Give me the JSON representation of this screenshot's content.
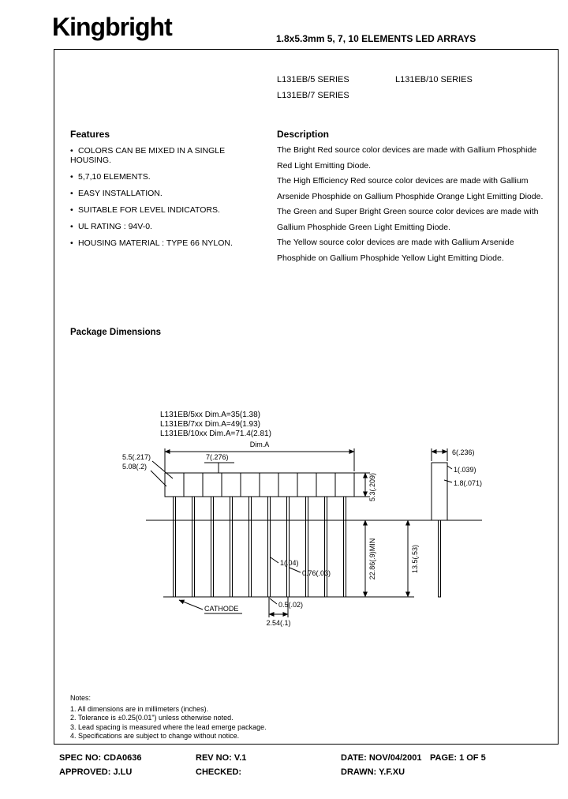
{
  "header": {
    "logo": "Kingbright",
    "title": "1.8x5.3mm 5, 7, 10 ELEMENTS LED ARRAYS"
  },
  "series": {
    "s1": "L131EB/5 SERIES",
    "s2": "L131EB/10 SERIES",
    "s3": "L131EB/7 SERIES"
  },
  "features": {
    "heading": "Features",
    "bullet": "•",
    "items": [
      "COLORS CAN BE MIXED IN A SINGLE HOUSING.",
      "5,7,10 ELEMENTS.",
      "EASY INSTALLATION.",
      "SUITABLE FOR LEVEL INDICATORS.",
      "UL RATING : 94V-0.",
      "HOUSING MATERIAL : TYPE 66 NYLON."
    ]
  },
  "description": {
    "heading": "Description",
    "paragraphs": [
      "The Bright Red source color devices are made with Gallium Phosphide Red Light Emitting Diode.",
      "The High Efficiency Red source color devices are made with Gallium Arsenide Phosphide on Gallium Phosphide Orange Light Emitting Diode.",
      "The Green and Super Bright Green source color devices are made with Gallium Phosphide Green Light Emitting Diode.",
      "The Yellow source color devices are made with Gallium Arsenide Phosphide on Gallium Phosphide Yellow Light Emitting Diode."
    ]
  },
  "package": {
    "heading": "Package Dimensions",
    "labels": {
      "variant1": "L131EB/5xx    Dim.A=35(1.38)",
      "variant2": "L131EB/7xx    Dim.A=49(1.93)",
      "variant3": "L131EB/10xx  Dim.A=71.4(2.81)",
      "dim_a": "Dim.A",
      "d55": "5.5(.217)",
      "d508": "5.08(.2)",
      "d7": "7(.276)",
      "d53": "5.3(.209)",
      "d2286": "22.86(.9)MIN",
      "d135": "13.5(.53)",
      "d6": "6(.236)",
      "d1": "1(.039)",
      "d18": "1.8(.071)",
      "d104": "1(.04)",
      "d076": "0.76(.03)",
      "d05": "0.5(.02)",
      "d254": "2.54(.1)",
      "cathode": "CATHODE"
    }
  },
  "notes": {
    "heading": "Notes:",
    "items": [
      "1. All dimensions are in millimeters (inches).",
      "2. Tolerance is ±0.25(0.01\") unless otherwise noted.",
      "3. Lead spacing is measured where the lead emerge package.",
      "4. Specifications are subject to change without notice."
    ]
  },
  "footer": {
    "spec": "SPEC NO: CDA0636",
    "rev": "REV NO: V.1",
    "date": "DATE: NOV/04/2001",
    "page": "PAGE:  1 OF 5",
    "approved": "APPROVED: J.LU",
    "checked": "CHECKED:",
    "drawn": "DRAWN: Y.F.XU"
  }
}
